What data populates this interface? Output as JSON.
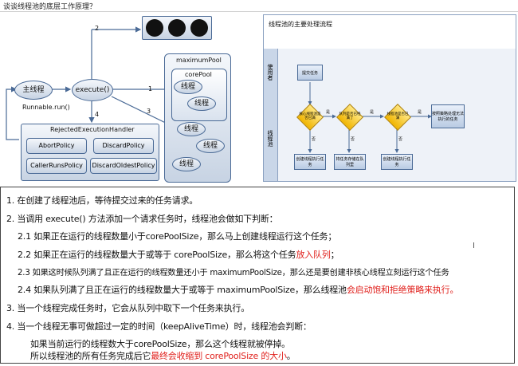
{
  "header": {
    "title": "谈谈线程池的底层工作原理？"
  },
  "diagram": {
    "main_thread": "主线程",
    "runnable_run": "Runnable.run()",
    "execute": "execute()",
    "arrow_labels": [
      "1",
      "2",
      "3",
      "4"
    ],
    "maximum_pool": "maximumPool",
    "core_pool": "corePool",
    "thread": "线程",
    "rejected_handler": "RejectedExecutionHandler",
    "policies": [
      "AbortPolicy",
      "DiscardPolicy",
      "CallerRunsPolicy",
      "DiscardOldestPolicy"
    ]
  },
  "flow": {
    "title": "线程池的主要处理流程",
    "lanes": [
      "使用者",
      "线程池"
    ],
    "submit": "提交任务",
    "decisions": [
      "核心线程池是否已满",
      "队列是否已经满了",
      "线程池是否已满"
    ],
    "yes": "是",
    "no": "否",
    "actions": [
      "创建线程执行任务",
      "将任务存储在队列里",
      "创建线程执行任务"
    ],
    "reject": "按照策略处理无法执行的任务"
  },
  "text": {
    "l1": "1.  在创建了线程池后，等待提交过来的任务请求。",
    "l2": "2.  当调用 execute() 方法添加一个请求任务时，线程池会做如下判断：",
    "l21": "2.1  如果正在运行的线程数量小于corePoolSize，那么马上创建线程运行这个任务；",
    "l22a": "2.2  如果正在运行的线程数量大于或等于 corePoolSize，那么将这个任务",
    "l22b": "放入队列",
    "l22c": "；",
    "l23": "2.3  如果这时候队列满了且正在运行的线程数量还小于 maximumPoolSize，那么还是要创建非核心线程立刻运行这个任务",
    "l24a": "2.4  如果队列满了且正在运行的线程数量大于或等于 maximumPoolSize，那么线程池",
    "l24b": "会启动饱和拒绝策略来执行。",
    "l3": "3.  当一个线程完成任务时，它会从队列中取下一个任务来执行。",
    "l4": "4.  当一个线程无事可做超过一定的时间（keepAliveTime）时，线程池会判断：",
    "l41": "如果当前运行的线程数大于corePoolSize，那么这个线程就被停掉。",
    "l42a": "所以线程池的所有任务完成后它",
    "l42b": "最终会收缩到 corePoolSize 的大小",
    "l42c": "。",
    "cursor": "I"
  }
}
